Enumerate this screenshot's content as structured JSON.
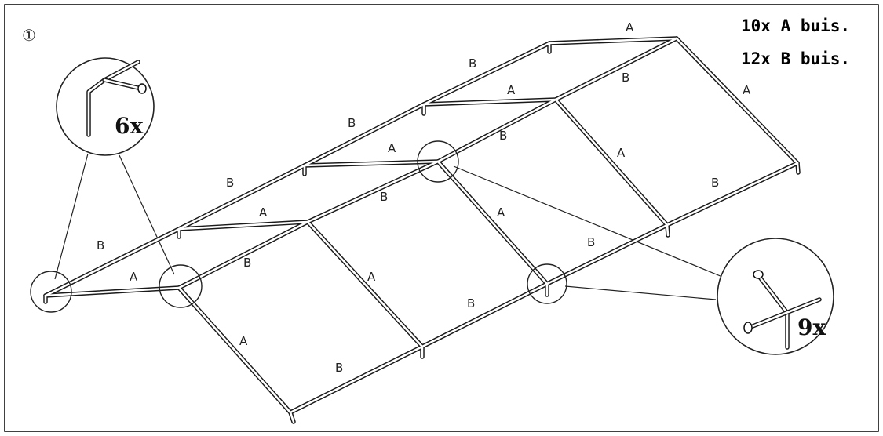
{
  "step_number": "①",
  "legend": {
    "line1": "10x A buis.",
    "line2": "12x B buis."
  },
  "detail_corner": {
    "count": "6x"
  },
  "detail_cross": {
    "count": "9x"
  },
  "tube_labels": {
    "a": "A",
    "b": "B"
  }
}
